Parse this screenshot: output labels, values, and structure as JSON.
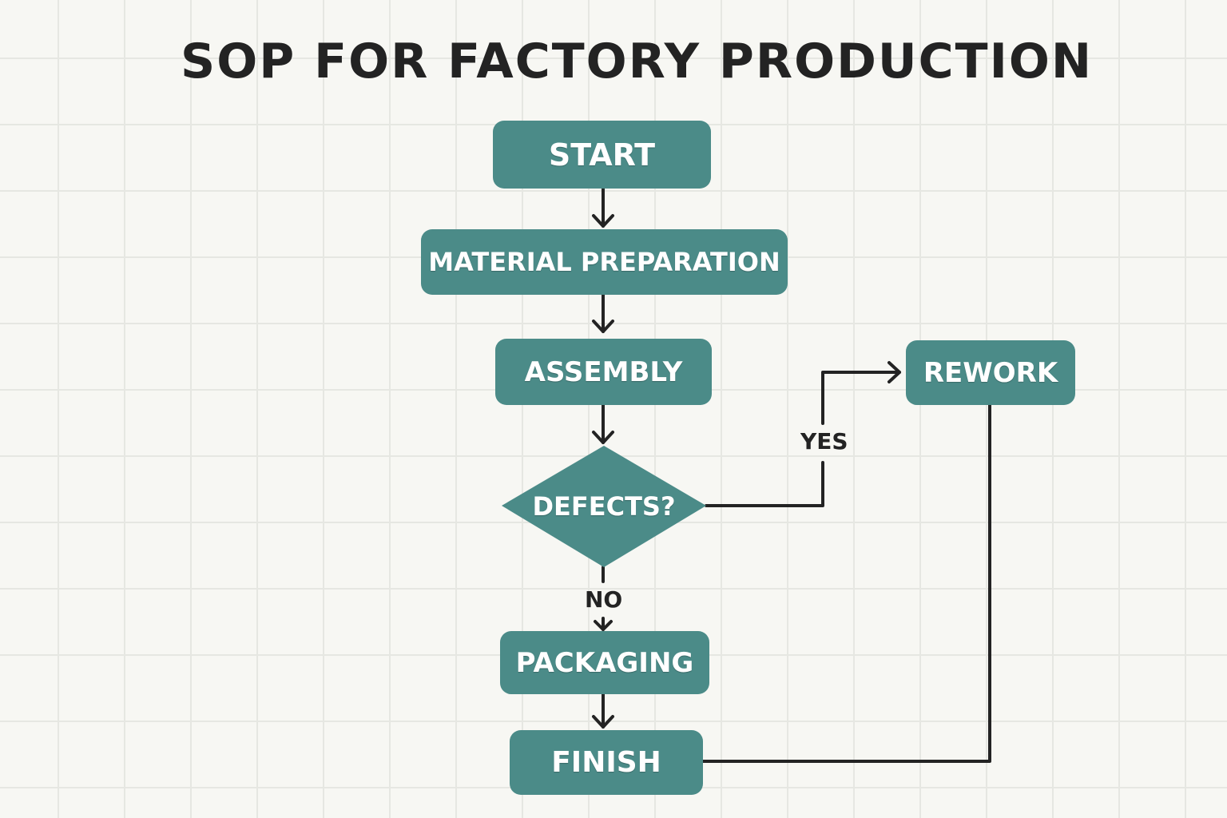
{
  "title": "SOP FOR FACTORY PRODUCTION",
  "colors": {
    "node_fill": "#4b8b88",
    "node_text": "#ffffff",
    "line": "#232323",
    "background": "#f7f7f3",
    "grid": "#e6e7e2"
  },
  "nodes": {
    "start": "START",
    "material_preparation": "MATERIAL PREPARATION",
    "assembly": "ASSEMBLY",
    "defects": "DEFECTS?",
    "rework": "REWORK",
    "packaging": "PACKAGING",
    "finish": "FINISH"
  },
  "edge_labels": {
    "yes": "YES",
    "no": "NO"
  }
}
